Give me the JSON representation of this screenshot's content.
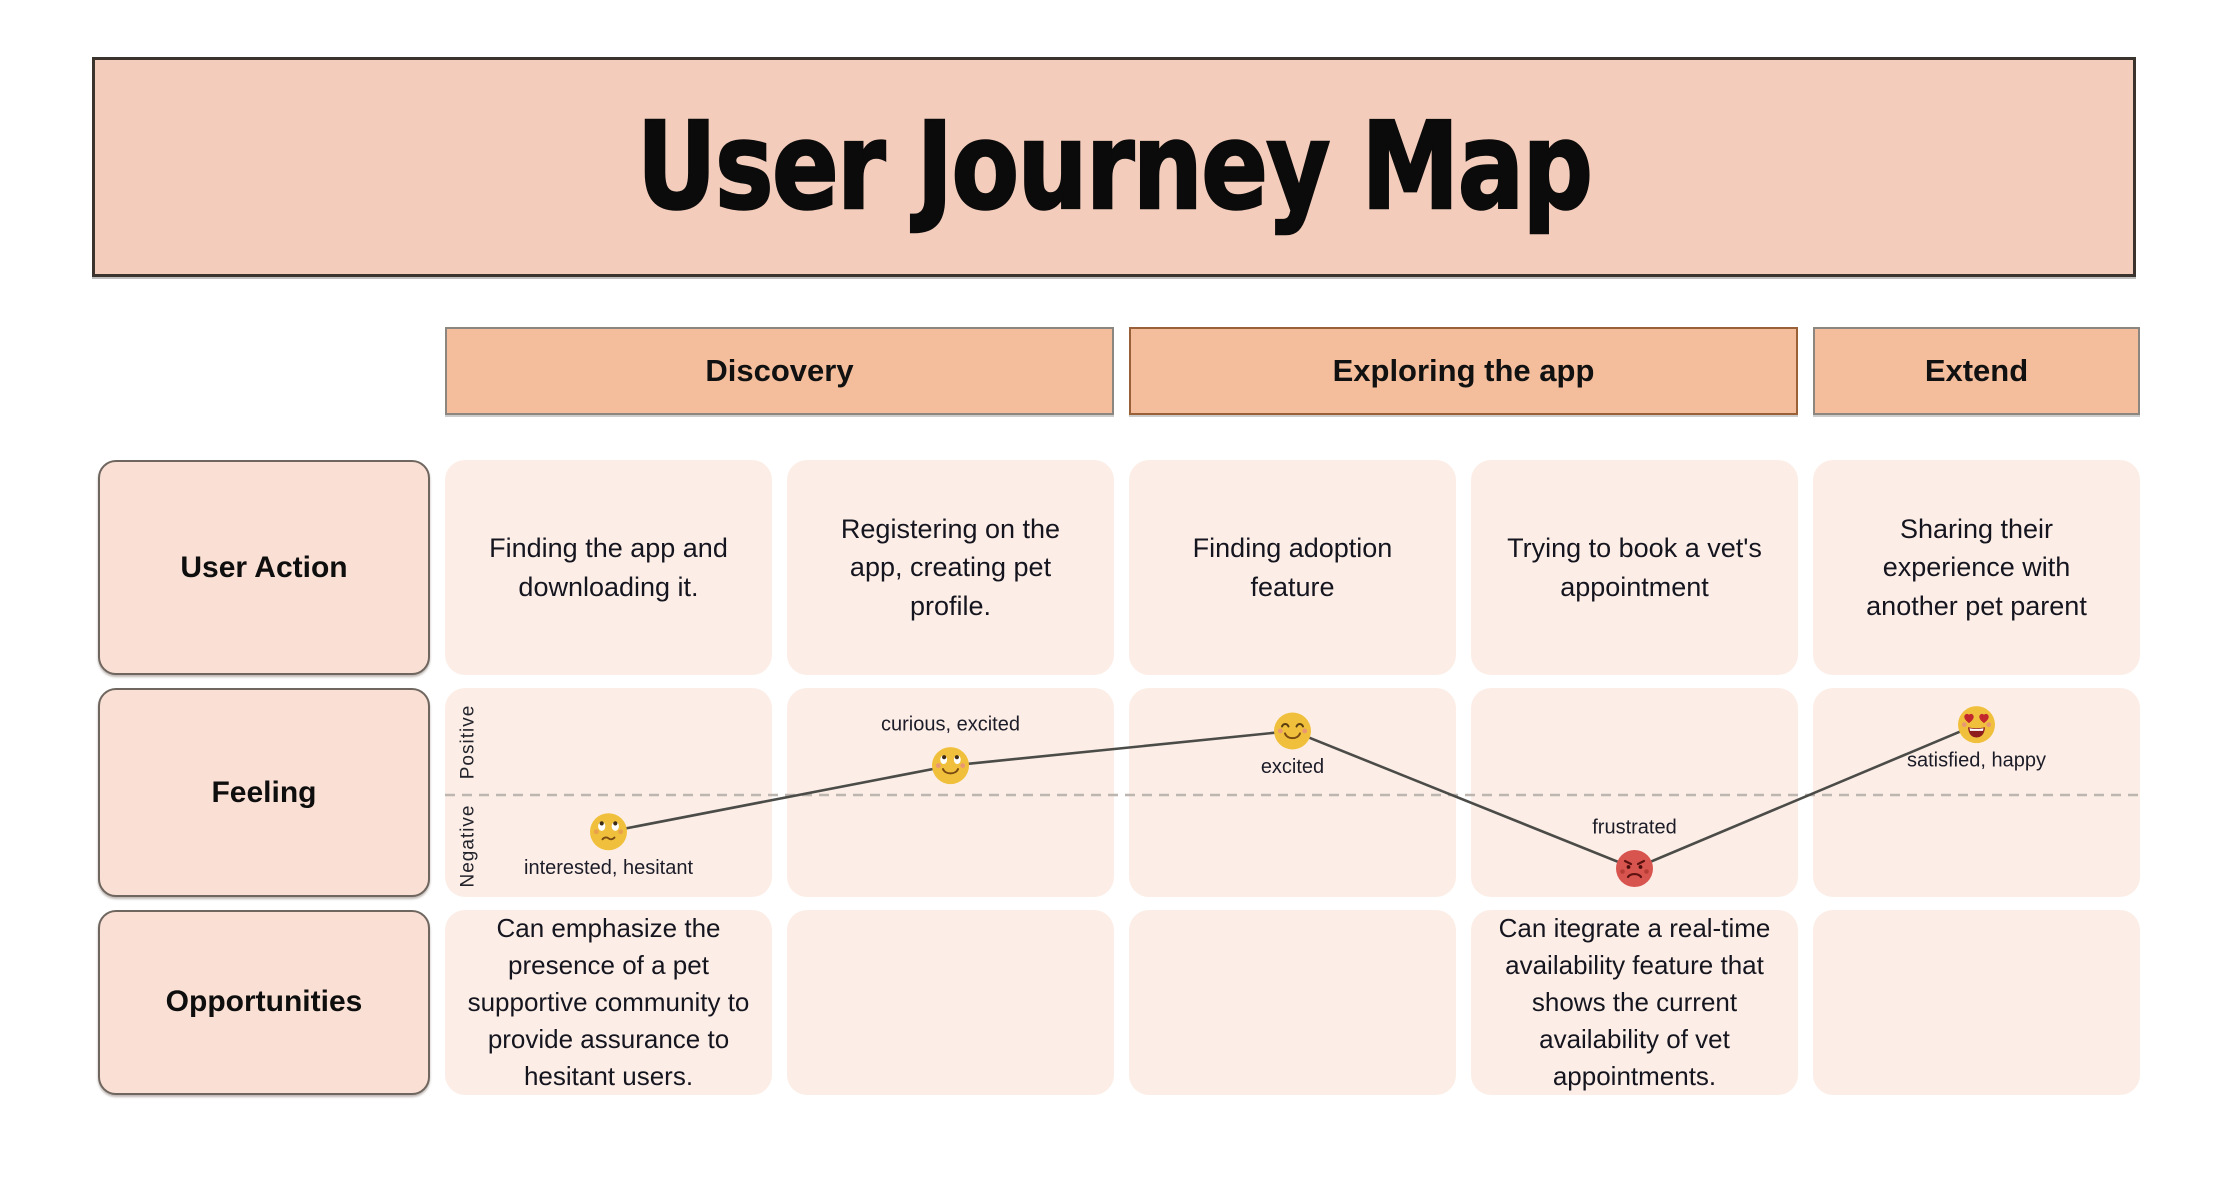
{
  "title": "User Journey Map",
  "phases": [
    {
      "label": "Discovery",
      "columns_spanned": 2
    },
    {
      "label": "Exploring the app",
      "columns_spanned": 2
    },
    {
      "label": "Extend",
      "columns_spanned": 1
    }
  ],
  "row_labels": {
    "user_action": "User Action",
    "feeling": "Feeling",
    "opportunities": "Opportunities"
  },
  "user_action_cells": [
    "Finding the app and downloading it.",
    "Registering on the app, creating pet profile.",
    "Finding adoption feature",
    "Trying to book a vet's appointment",
    "Sharing their experience with another pet parent"
  ],
  "opportunity_cells": [
    "Can emphasize the presence of a pet supportive community to provide assurance to hesitant users.",
    "",
    "",
    "Can itegrate a real-time availability feature that shows the current availability of vet appointments.",
    ""
  ],
  "feeling_axis": {
    "positive": "Positive",
    "negative": "Negative"
  },
  "chart_data": {
    "type": "line",
    "title": "Feeling",
    "categories": [
      "Finding the app and downloading it.",
      "Registering on the app, creating pet profile.",
      "Finding adoption feature",
      "Trying to book a vet's appointment",
      "Sharing their experience with another pet parent"
    ],
    "ylim": [
      -1,
      1
    ],
    "baseline": "dashed midline between Positive and Negative",
    "legend_position": "none",
    "points": [
      {
        "label": "interested, hesitant",
        "emoji": "flushed-hesitant-face",
        "score": -0.35,
        "label_position": "below"
      },
      {
        "label": "curious, excited",
        "emoji": "smiling-face",
        "score": 0.28,
        "label_position": "above"
      },
      {
        "label": "excited",
        "emoji": "smiling-closed-eyes-face",
        "score": 0.61,
        "label_position": "below"
      },
      {
        "label": "frustrated",
        "emoji": "angry-red-face",
        "score": -0.7,
        "label_position": "above"
      },
      {
        "label": "satisfied, happy",
        "emoji": "heart-eyes-face",
        "score": 0.67,
        "label_position": "below"
      }
    ]
  },
  "colors": {
    "title_bg": "#F4CCBB",
    "title_border": "#3A332E",
    "phase_bg": "#F4BE9C",
    "phase_border": "#8C8680",
    "exploring_border": "#9A6038",
    "label_bg": "#FAE0D4",
    "label_border": "#6F6660",
    "cell_bg": "#FCEEE7",
    "journey_line": "#4B4B48",
    "dashed_line": "#BDB6B0",
    "text": "#15151F"
  }
}
